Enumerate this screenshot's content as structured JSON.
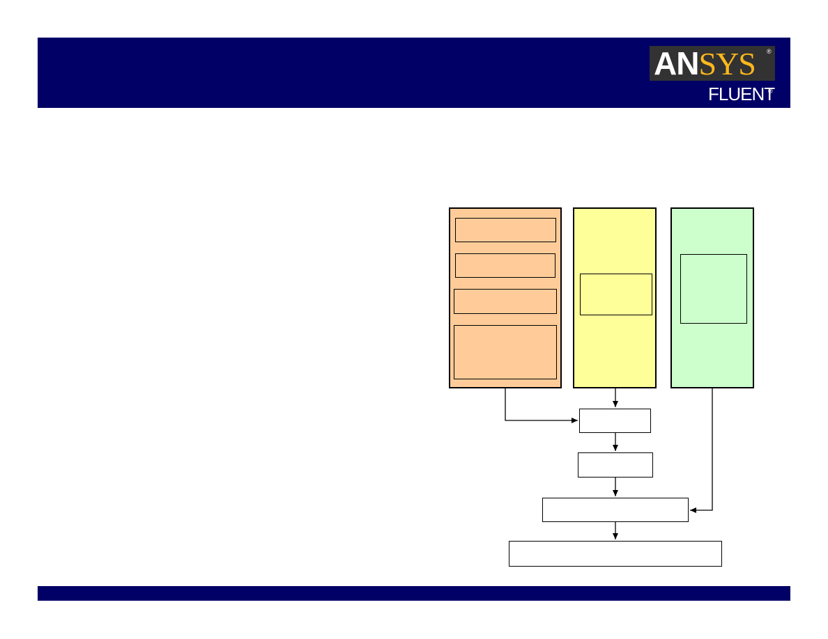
{
  "logo": {
    "brand_part1": "AN",
    "brand_part2": "SYS",
    "product": "FLUENT",
    "registered": "®",
    "colors": {
      "background": "#323232",
      "brand_white": "#ffffff",
      "brand_gold": "#ffb81c"
    }
  },
  "colors": {
    "header_bar": "#000066",
    "footer_bar": "#000066",
    "column_left": "#ffcc99",
    "column_middle": "#ffff99",
    "column_right": "#ccffcc",
    "stroke": "#000000"
  }
}
